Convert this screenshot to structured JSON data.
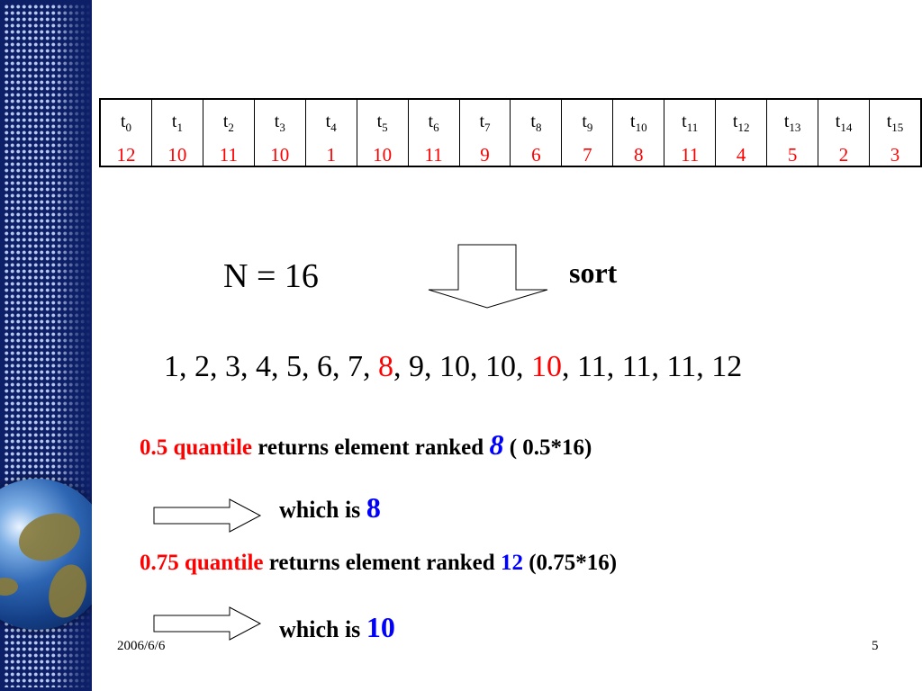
{
  "table": {
    "headers": [
      {
        "base": "t",
        "sub": "0"
      },
      {
        "base": "t",
        "sub": "1"
      },
      {
        "base": "t",
        "sub": "2"
      },
      {
        "base": "t",
        "sub": "3"
      },
      {
        "base": "t",
        "sub": "4"
      },
      {
        "base": "t",
        "sub": "5"
      },
      {
        "base": "t",
        "sub": "6"
      },
      {
        "base": "t",
        "sub": "7"
      },
      {
        "base": "t",
        "sub": "8"
      },
      {
        "base": "t",
        "sub": "9"
      },
      {
        "base": "t",
        "sub": "10"
      },
      {
        "base": "t",
        "sub": "11"
      },
      {
        "base": "t",
        "sub": "12"
      },
      {
        "base": "t",
        "sub": "13"
      },
      {
        "base": "t",
        "sub": "14"
      },
      {
        "base": "t",
        "sub": "15"
      }
    ],
    "values": [
      "12",
      "10",
      "11",
      "10",
      "1",
      "10",
      "11",
      "9",
      "6",
      "7",
      "8",
      "11",
      "4",
      "5",
      "2",
      "3"
    ]
  },
  "n_label": "N = 16",
  "sort_label": "sort",
  "sorted": {
    "a": "1, 2, 3, 4, 5, 6, 7, ",
    "h1": "8",
    "b": ", 9, 10, 10, ",
    "h2": "10",
    "c": ", 11, 11, 11, 12"
  },
  "q1": {
    "label": "0.5 quantile",
    "text": " returns element ranked ",
    "rank": "8",
    "calc": " ( 0.5*16)"
  },
  "which1": {
    "text": "which is ",
    "value": "8"
  },
  "q2": {
    "label": "0.75 quantile",
    "text": " returns element ranked ",
    "rank": "12",
    "calc": " (0.75*16)"
  },
  "which2": {
    "text": "which is ",
    "value": "10"
  },
  "footer": {
    "date": "2006/6/6",
    "page": "5"
  },
  "colors": {
    "highlight": "#ff0000",
    "accent": "#0000ff",
    "sidebar": "#0d1f66"
  }
}
